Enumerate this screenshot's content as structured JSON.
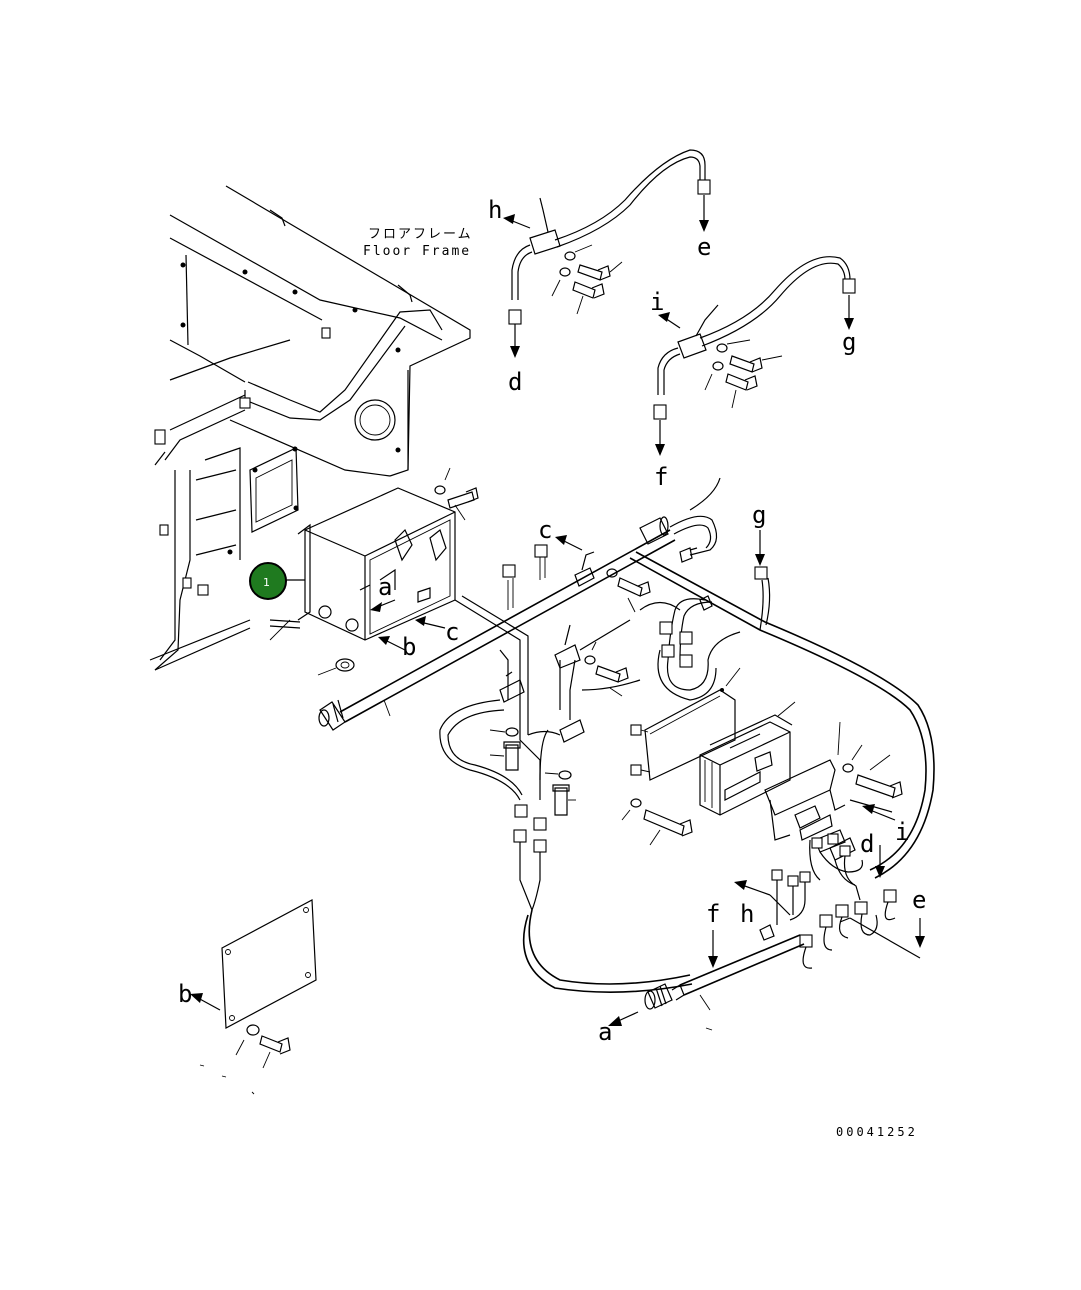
{
  "frame_label": {
    "japanese": "フロアフレーム",
    "english": "Floor Frame"
  },
  "callout": {
    "number": "1",
    "color": "#1f7a1f"
  },
  "connection_letters": {
    "h_top": "h",
    "e_top": "e",
    "d_top": "d",
    "i_top": "i",
    "g_top": "g",
    "f_top": "f",
    "c_mid": "c",
    "a_box": "a",
    "c_box": "c",
    "b_box": "b",
    "g_mid": "g",
    "i_right": "i",
    "d_right": "d",
    "e_right": "e",
    "h_right": "h",
    "f_low": "f",
    "a_low": "a",
    "b_plate": "b"
  },
  "drawing_number": "00041252"
}
